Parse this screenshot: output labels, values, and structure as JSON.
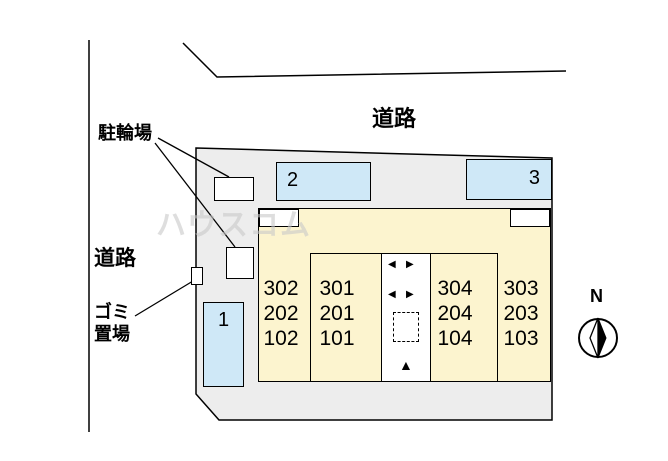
{
  "labels": {
    "road_top": "道路",
    "road_left": "道路",
    "bicycle_parking": "駐輪場",
    "garbage_line1": "ゴミ",
    "garbage_line2": "置場",
    "north": "N",
    "watermark": "ハウスコム"
  },
  "parking": {
    "space1": "1",
    "space2": "2",
    "space3": "3"
  },
  "rooms": {
    "left_outer": [
      "302",
      "202",
      "102"
    ],
    "left_inner": [
      "301",
      "201",
      "101"
    ],
    "right_inner": [
      "304",
      "204",
      "104"
    ],
    "right_outer": [
      "303",
      "203",
      "103"
    ]
  },
  "icons": {
    "stair_left": "◀",
    "stair_right": "▶",
    "entrance_up": "▲"
  },
  "colors": {
    "site_fill": "#ededed",
    "building_fill": "#fcf4cf",
    "parking_fill": "#cfe8f7",
    "line": "#000000",
    "watermark_color": "#c9c9c9"
  }
}
